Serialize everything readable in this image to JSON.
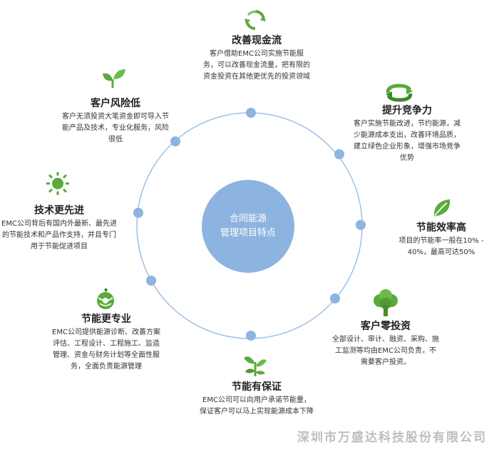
{
  "center": {
    "line1": "合同能源",
    "line2": "管理项目特点"
  },
  "nodes": [
    {
      "title": "改善现金流",
      "desc": "客户借助EMC公司实施节能服务，可以改善现金流量，把有限的资金投资在其他更优先的投资领域",
      "icon": "recycle-arrows-icon"
    },
    {
      "title": "提升竞争力",
      "desc": "客户实施节能改进，节约能源，减少能源成本支出，改善环境品质，建立绿色企业形象，增强市场竞争优势",
      "icon": "cycle-arrows-icon"
    },
    {
      "title": "节能效率高",
      "desc": "项目的节能率一般在10% - 40%，最高可达50%",
      "icon": "leaf-icon"
    },
    {
      "title": "客户零投资",
      "desc": "全部设计、审计、融资、采购、施工监测等均由EMC公司负责，不需要客户投资。",
      "icon": "tree-icon"
    },
    {
      "title": "节能有保证",
      "desc": "EMC公司可以向用户承诺节能量，保证客户可以马上实现能源成本下降",
      "icon": "sprout-icon"
    },
    {
      "title": "节能更专业",
      "desc": "EMC公司提供能源诊断、改善方案评估、工程设计、工程施工、监造管理、资金与财务计划等全面性服务，全面负责能源管理",
      "icon": "globe-leaf-icon"
    },
    {
      "title": "技术更先进",
      "desc": "EMC公司背后有国内外最新、最先进的节能技术和产品作支持，并且专门用于节能促进项目",
      "icon": "sun-icon"
    },
    {
      "title": "客户风险低",
      "desc": "客户无须投资大笔资金即可导入节能产品及技术，专业化服务，风险很低",
      "icon": "plant-icon"
    }
  ],
  "footer": "深圳市万盛达科技股份有限公司",
  "colors": {
    "accent_green": "#5aaa3c",
    "ring": "#9cc0e6",
    "dot": "#8db3e0",
    "center_fill": "#8db3e0"
  }
}
